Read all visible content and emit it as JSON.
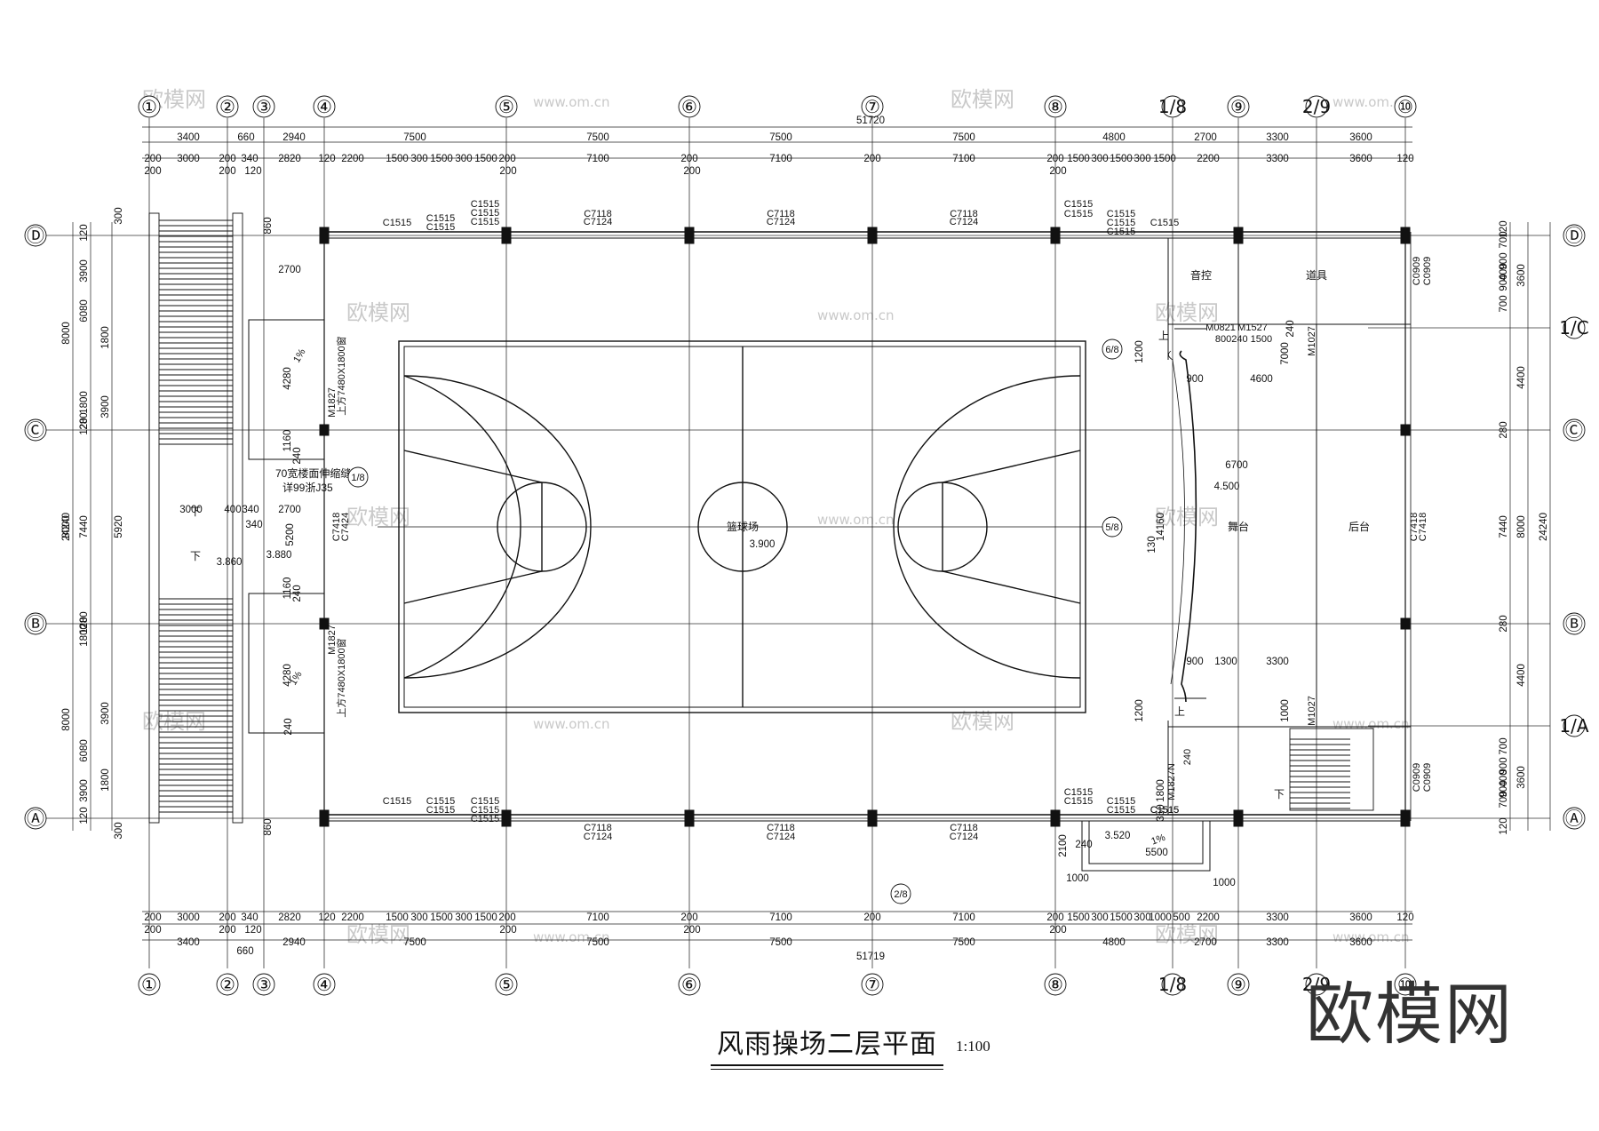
{
  "drawing": {
    "title": "风雨操场二层平面",
    "scale": "1:100",
    "brand_watermark": "欧模网",
    "watermark_url": "www.om.cn"
  },
  "axes": {
    "top_labels": [
      "①",
      "②",
      "③",
      "④",
      "⑤",
      "⑥",
      "⑦",
      "⑧",
      "1/8",
      "⑨",
      "2/9",
      "⑩"
    ],
    "bottom_labels": [
      "①",
      "②",
      "③",
      "④",
      "⑤",
      "⑥",
      "⑦",
      "⑧",
      "1/8",
      "⑨",
      "2/9",
      "⑩"
    ],
    "left_labels": [
      "Ⓓ",
      "Ⓒ",
      "Ⓑ",
      "Ⓐ"
    ],
    "right_labels": [
      "Ⓓ",
      "1/C",
      "Ⓒ",
      "Ⓑ",
      "1/A",
      "Ⓐ"
    ]
  },
  "dimensions": {
    "top_total": "51720",
    "top_row1": [
      "3400",
      "660",
      "2940",
      "7500",
      "7500",
      "7500",
      "7500",
      "4800",
      "2700",
      "3300",
      "3600"
    ],
    "top_row2": [
      "200",
      "3000",
      "200",
      "340",
      "2820",
      "120",
      "2200",
      "1500",
      "300",
      "1500",
      "300",
      "1500",
      "200",
      "7100",
      "200",
      "7100",
      "200",
      "7100",
      "200",
      "1500",
      "300",
      "1500",
      "300",
      "1500",
      "2200",
      "3300",
      "3600",
      "120"
    ],
    "top_row3": [
      "200",
      "200",
      "120",
      "200",
      "200",
      "200"
    ],
    "bottom_total": "51719",
    "bottom_row1": [
      "3400",
      "2940",
      "7500",
      "7500",
      "7500",
      "7500",
      "4800",
      "2700",
      "3300",
      "3600"
    ],
    "bottom_row2": [
      "200",
      "3000",
      "200",
      "340",
      "2820",
      "120",
      "2200",
      "1500",
      "300",
      "1500",
      "300",
      "1500",
      "200",
      "7100",
      "200",
      "7100",
      "200",
      "7100",
      "200",
      "1500",
      "300",
      "1500",
      "300",
      "1000",
      "500",
      "2200",
      "3300",
      "3600",
      "120"
    ],
    "bottom_sub": [
      "200",
      "200",
      "120",
      "200",
      "200",
      "200",
      "660"
    ],
    "left_total": "24240",
    "left_outer": [
      "8000",
      "8000",
      "8000"
    ],
    "left_mid": [
      "120",
      "3900",
      "6080",
      "1800",
      "3900",
      "1800",
      "280",
      "120",
      "7440",
      "280",
      "120",
      "1800",
      "3900",
      "6080",
      "1800",
      "3900",
      "120"
    ],
    "left_inner": [
      "300",
      "860",
      "2700",
      "4280",
      "1160",
      "240",
      "3000",
      "400",
      "340",
      "2700",
      "340",
      "5200",
      "240",
      "1160",
      "4280",
      "240",
      "860",
      "300",
      "5920"
    ],
    "right_total": "24240",
    "right_outer": [
      "3600",
      "4400",
      "8000",
      "4400",
      "3600"
    ],
    "right_mid": [
      "120",
      "700",
      "900",
      "400",
      "900",
      "700",
      "280",
      "7440",
      "280",
      "700",
      "900",
      "400",
      "900",
      "700",
      "120"
    ],
    "stage_dims": [
      "900",
      "4600",
      "6700",
      "900",
      "1300",
      "3300",
      "14160",
      "130",
      "1200",
      "1200",
      "1000",
      "240",
      "7000",
      "5500",
      "1000",
      "1000",
      "240",
      "2100",
      "1800",
      "350"
    ]
  },
  "windows": {
    "top": [
      "C1515",
      "C1515",
      "C1515",
      "C1515",
      "C1515",
      "C1515",
      "C7118",
      "C7124",
      "C7118",
      "C7124",
      "C7118",
      "C7124",
      "C1515",
      "C1515",
      "C1515",
      "C1515",
      "C1515",
      "C1515"
    ],
    "bottom": [
      "C1515",
      "C1515",
      "C1515",
      "C1515",
      "C1515",
      "C1515",
      "C7118",
      "C7124",
      "C7118",
      "C7124",
      "C7118",
      "C7124",
      "C1515",
      "C1515",
      "C1515",
      "C1515",
      "C1515",
      "C1515"
    ],
    "side": [
      "C7418",
      "C7424",
      "C7418",
      "C7418",
      "C0909",
      "C0909",
      "C0909",
      "C0909"
    ]
  },
  "doors": [
    "M1827",
    "M1827",
    "M0821",
    "M1527",
    "M1027",
    "M1027",
    "M1827N"
  ],
  "notes": {
    "overhead_top": "上方7480X1800窗",
    "overhead_bottom": "上方7480X1800窗",
    "seam_note": "70宽楼面伸缩缝",
    "seam_ref": "详99浙J35",
    "slope_top": "1%",
    "slope_bottom": "1%",
    "slope_balcony": "1%",
    "door_sizes": "800240 1500",
    "m1827n_dim": "240"
  },
  "rooms": {
    "court": "篮球场",
    "sound_control": "音控",
    "props": "道具",
    "stage": "舞台",
    "backstage": "后台"
  },
  "levels": {
    "court": "3.900",
    "stair_landing": "3.860",
    "corridor": "3.880",
    "stage": "4.500",
    "balcony": "3.520"
  },
  "stair_marks": {
    "up": "上",
    "down": "下"
  },
  "section_marks": [
    "6/8",
    "5/8",
    "2/8",
    "1/8"
  ]
}
